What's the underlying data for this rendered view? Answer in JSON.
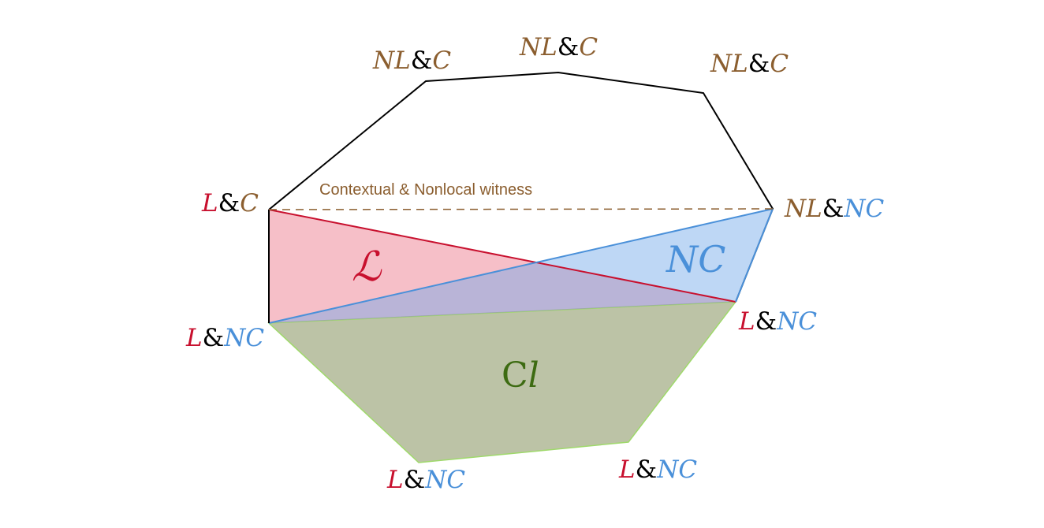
{
  "colors": {
    "local": "#c8102e",
    "noncontextual": "#4a90d9",
    "nonlocal_contextual": "#8b5e2f",
    "amp": "#000000",
    "classical": "#3d6b12",
    "outline": "#000000"
  },
  "vertices": [
    {
      "left": "NL",
      "right": "C"
    },
    {
      "left": "NL",
      "right": "C"
    },
    {
      "left": "NL",
      "right": "C"
    },
    {
      "left": "L",
      "right": "C"
    },
    {
      "left": "NL",
      "right": "NC"
    },
    {
      "left": "L",
      "right": "NC"
    },
    {
      "left": "L",
      "right": "NC"
    },
    {
      "left": "L",
      "right": "NC"
    },
    {
      "left": "L",
      "right": "NC"
    }
  ],
  "amp": "&",
  "regions": {
    "local": "ℒ",
    "noncontextual": "NC",
    "classical_prefix": "C",
    "classical_suffix": "l"
  },
  "witness": "Contextual & Nonlocal witness"
}
